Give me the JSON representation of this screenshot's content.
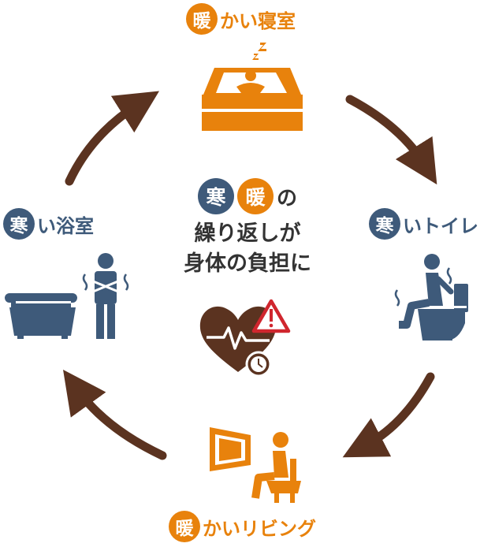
{
  "colors": {
    "warm": "#e8820c",
    "cold": "#3e5a7a",
    "arrow": "#5b3320",
    "alert": "#d0262e",
    "text": "#333333"
  },
  "stages": {
    "bedroom": {
      "badge": "暖",
      "text": "かい寝室",
      "tone": "warm",
      "icon": "bed-sleeping-icon"
    },
    "toilet": {
      "badge": "寒",
      "text": "いトイレ",
      "tone": "cold",
      "icon": "toilet-shivering-icon"
    },
    "living": {
      "badge": "暖",
      "text": "かいリビング",
      "tone": "warm",
      "icon": "chair-sitting-icon"
    },
    "bathroom": {
      "badge": "寒",
      "text": "い浴室",
      "tone": "cold",
      "icon": "bath-shivering-icon"
    }
  },
  "center": {
    "badge_cold": "寒",
    "badge_warm": "暖",
    "particle": "の",
    "line1": "繰り返しが",
    "line2": "身体の負担に",
    "icon": "heart-warning-icon"
  },
  "sleep_mark": "z z",
  "arrows": [
    "arrow-bedroom-to-toilet",
    "arrow-toilet-to-living",
    "arrow-living-to-bathroom",
    "arrow-bathroom-to-bedroom"
  ]
}
